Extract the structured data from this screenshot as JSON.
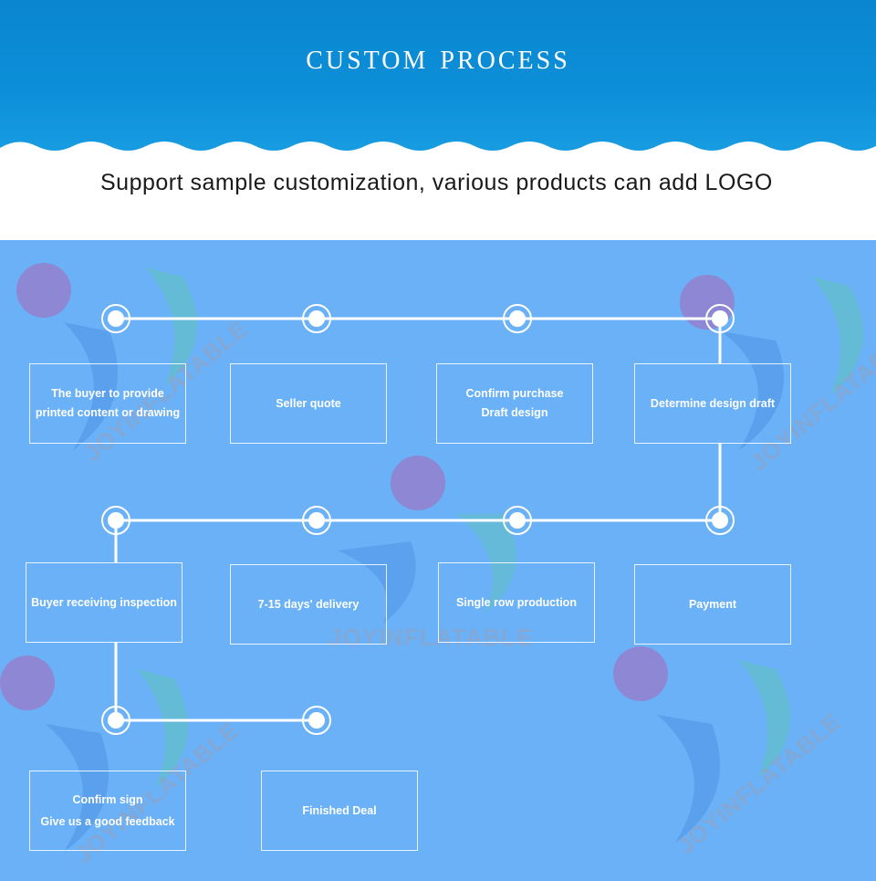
{
  "header": {
    "title": "CUSTOM PROCESS",
    "subtitle": "Support sample customization, various products can add LOGO"
  },
  "watermark": {
    "text": "JOYINFLATABLE",
    "colors": {
      "purple": "#9a79c8",
      "teal": "#5fc1bf",
      "blue": "#4c91e4"
    }
  },
  "colors": {
    "header_blue": "#0c8fd8",
    "panel_blue": "#6ab1f7",
    "line_white": "#ffffff"
  },
  "flow": {
    "steps": [
      {
        "lines": [
          "The buyer to provide",
          "printed content or drawing"
        ]
      },
      {
        "lines": [
          "Seller quote"
        ]
      },
      {
        "lines": [
          "Confirm purchase",
          "Draft design"
        ]
      },
      {
        "lines": [
          "Determine design draft"
        ]
      },
      {
        "lines": [
          "Payment"
        ]
      },
      {
        "lines": [
          "Single row production"
        ]
      },
      {
        "lines": [
          "7-15 days' delivery"
        ]
      },
      {
        "lines": [
          "Buyer receiving inspection"
        ]
      },
      {
        "lines": [
          "Confirm sign",
          "Give us a good feedback"
        ]
      },
      {
        "lines": [
          "Finished Deal"
        ]
      }
    ]
  }
}
